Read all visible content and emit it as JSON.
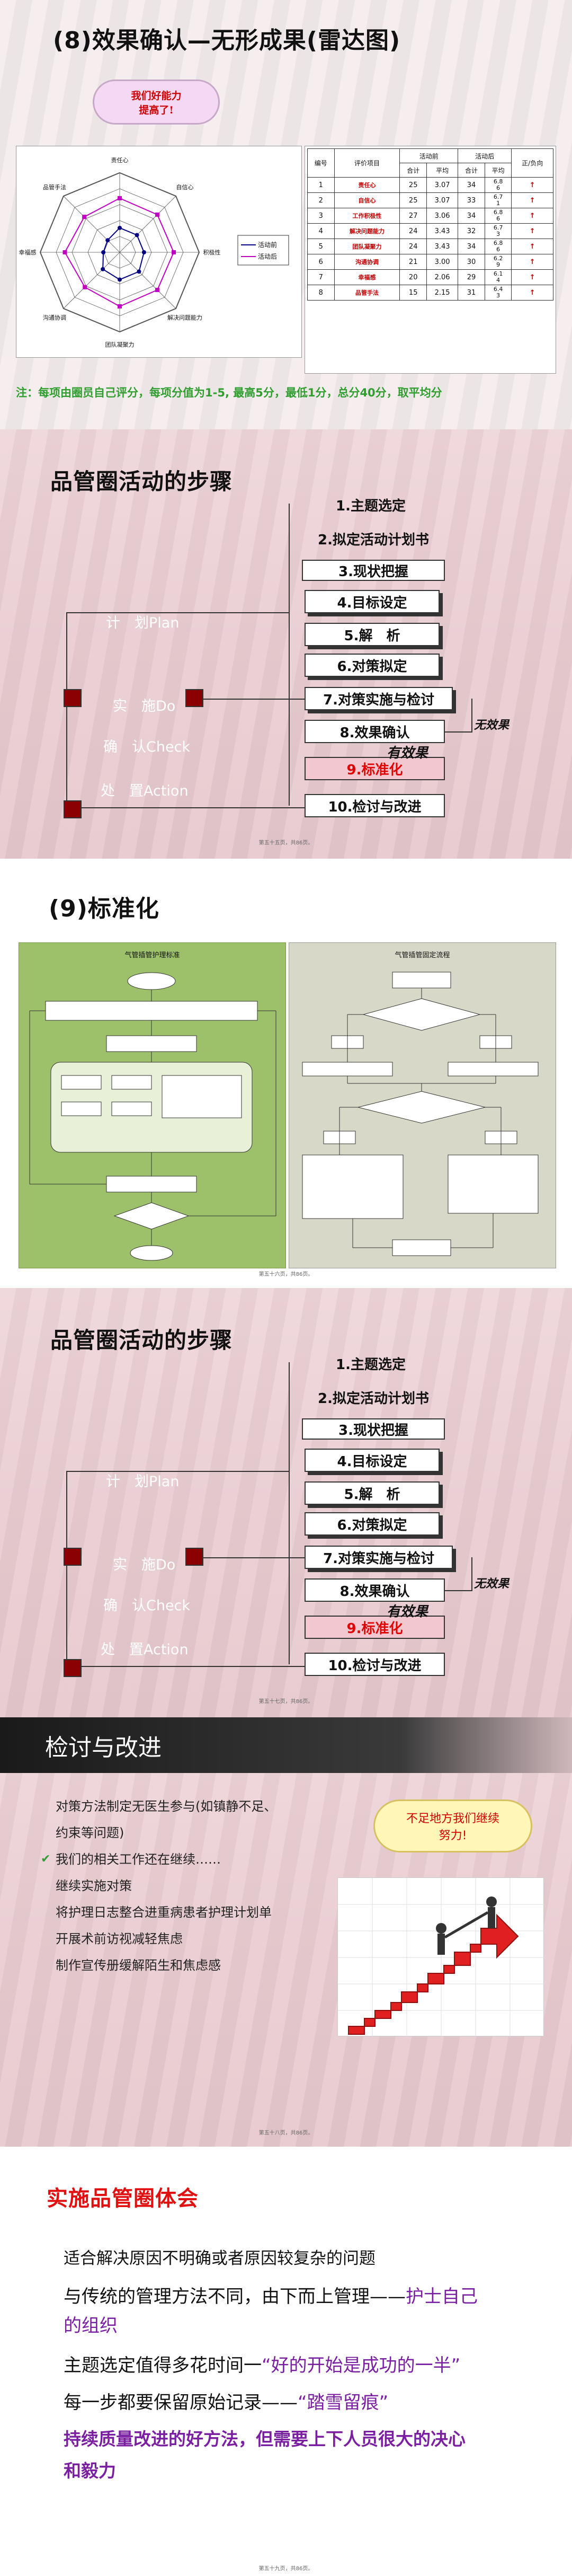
{
  "slide1": {
    "title": "(8)效果确认—无形成果(雷达图)",
    "cloud_text": "我们好能力\n提高了!",
    "radar": {
      "axes": [
        "责任心",
        "自信心",
        "积极性",
        "解决问题能力",
        "团队凝聚力",
        "沟通协调",
        "幸福感",
        "品管手法"
      ],
      "legend": [
        "活动前",
        "活动后"
      ],
      "before": [
        3.07,
        3.07,
        3.06,
        3.43,
        3.43,
        3.0,
        2.06,
        2.15
      ],
      "after": [
        6.8,
        6.7,
        6.8,
        6.7,
        6.8,
        6.2,
        6.9,
        6.3
      ]
    },
    "table": {
      "headers": [
        "编号",
        "评价项目",
        "活动前",
        "活动后",
        "正/负向"
      ],
      "sub_headers": [
        "合计",
        "平均",
        "合计",
        "平均"
      ],
      "rows": [
        [
          "1",
          "责任心",
          "25",
          "3.07",
          "34",
          "6.8\n6",
          "↑"
        ],
        [
          "2",
          "自信心",
          "25",
          "3.07",
          "33",
          "6.7\n1",
          "↑"
        ],
        [
          "3",
          "工作积极性",
          "27",
          "3.06",
          "34",
          "6.8\n6",
          "↑"
        ],
        [
          "4",
          "解决问题能力",
          "24",
          "3.43",
          "32",
          "6.7\n3",
          "↑"
        ],
        [
          "5",
          "团队凝聚力",
          "24",
          "3.43",
          "34",
          "6.8\n6",
          "↑"
        ],
        [
          "6",
          "沟通协调",
          "21",
          "3.00",
          "30",
          "6.2\n9",
          "↑"
        ],
        [
          "7",
          "幸福感",
          "20",
          "2.06",
          "29",
          "6.1\n4",
          "↑"
        ],
        [
          "8",
          "品管手法",
          "15",
          "2.15",
          "31",
          "6.4\n3",
          "↑"
        ]
      ]
    },
    "note": "注：每项由圈员自己评分，每项分值为1-5, 最高5分，最低1分，总分40分，取平均分"
  },
  "slide2": {
    "title": "品管圈活动的步骤",
    "steps": [
      "1.主题选定",
      "2.拟定活动计划书",
      "3.现状把握",
      "4.目标设定",
      "5.解　析",
      "6.对策拟定",
      "7.对策实施与检讨",
      "8.效果确认",
      "9.标准化",
      "10.检讨与改进"
    ],
    "phases": [
      "计　划Plan",
      "实　施Do",
      "确　认Check",
      "处　置Action"
    ],
    "effective": "有效果",
    "ineffective": "无效果",
    "footer": "第五十五页，共86页。"
  },
  "slide3": {
    "title": "(9)标准化",
    "left_chart_title": "气管插管护理标准",
    "right_chart_title": "气管插管固定流程",
    "footer": "第五十六页，共86页。"
  },
  "slide4": {
    "title": "品管圈活动的步骤",
    "steps": [
      "1.主题选定",
      "2.拟定活动计划书",
      "3.现状把握",
      "4.目标设定",
      "5.解　析",
      "6.对策拟定",
      "7.对策实施与检讨",
      "8.效果确认",
      "9.标准化",
      "10.检讨与改进"
    ],
    "phases": [
      "计　划Plan",
      "实　施Do",
      "确　认Check",
      "处　置Action"
    ],
    "effective": "有效果",
    "ineffective": "无效果",
    "footer": "第五十七页，共86页。"
  },
  "slide5": {
    "title": "检讨与改进",
    "bullets": [
      "对策方法制定无医生参与(如镇静不足、",
      "约束等问题)",
      "我们的相关工作还在继续……",
      "继续实施对策",
      "将护理日志整合进重病患者护理计划单",
      "开展术前访视减轻焦虑",
      "制作宣传册缓解陌生和焦虑感"
    ],
    "cloud_text": "不足地方我们继续\n努力!",
    "footer": "第五十八页，共86页。"
  },
  "slide6": {
    "title": "实施品管圈体会",
    "lines": [
      "适合解决原因不明确或者原因较复杂的问题",
      "与传统的管理方法不同，由下而上管理——",
      "护士自己",
      "的组织",
      "主题选定值得多花时间一",
      "“好的开始是成功的一半”",
      "每一步都要保留原始记录——",
      "“踏雪留痕”",
      "持续质量改进的好方法，但需要上下人员很大的决心",
      "和毅力"
    ],
    "footer": "第五十九页，共86页。"
  }
}
